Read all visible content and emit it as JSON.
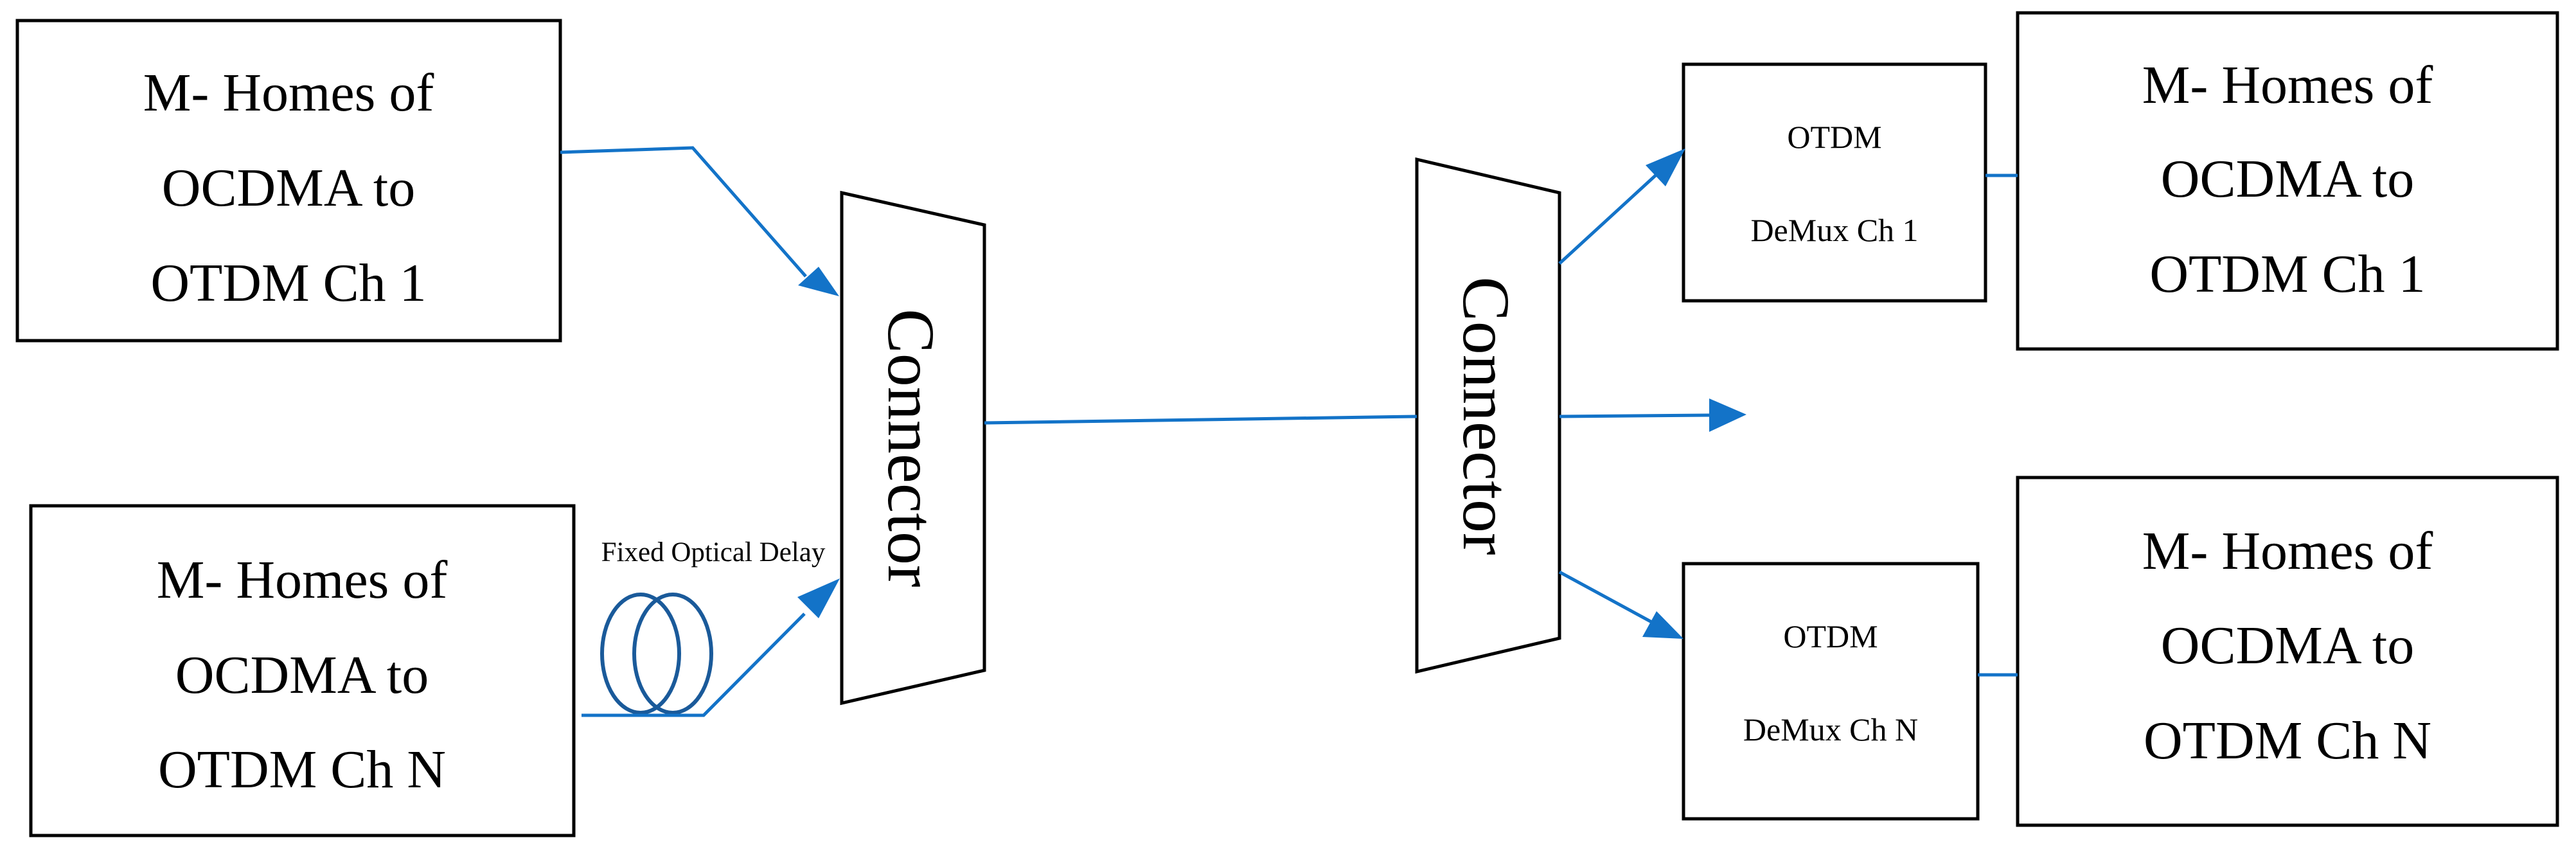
{
  "colors": {
    "wire": "#1373C8",
    "coil": "#1A5A9A",
    "stroke": "#000000"
  },
  "source_ch1": {
    "lines": [
      "M- Homes of",
      "OCDMA to",
      "OTDM Ch 1"
    ]
  },
  "source_chN": {
    "lines": [
      "M- Homes of",
      "OCDMA to",
      "OTDM Ch N"
    ]
  },
  "delay": {
    "label": "Fixed Optical Delay",
    "icon": "fiber-coil-icon"
  },
  "connector_left": {
    "label": "Connector"
  },
  "connector_right": {
    "label": "Connector"
  },
  "demux_ch1": {
    "lines": [
      "OTDM",
      "DeMux Ch 1"
    ]
  },
  "demux_chN": {
    "lines": [
      "OTDM",
      "DeMux Ch N"
    ]
  },
  "dest_ch1": {
    "lines": [
      "M- Homes of",
      "OCDMA to",
      "OTDM Ch 1"
    ]
  },
  "dest_chN": {
    "lines": [
      "M- Homes of",
      "OCDMA to",
      "OTDM Ch N"
    ]
  }
}
